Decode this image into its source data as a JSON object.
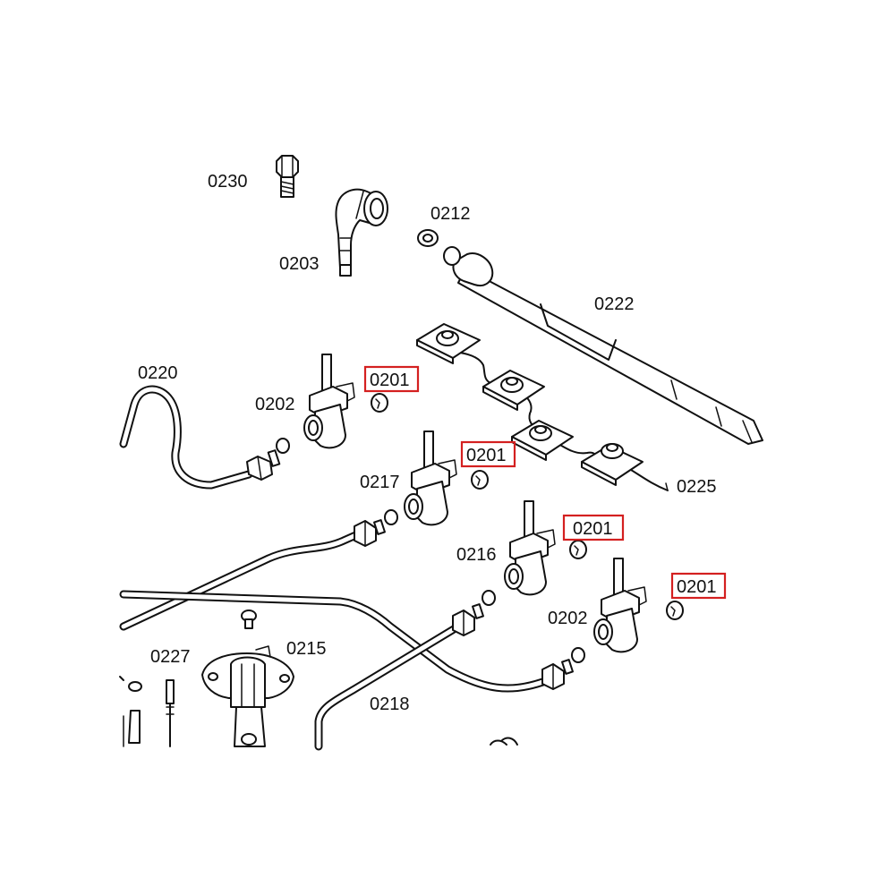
{
  "diagram": {
    "highlight_color": "#d42020",
    "labels": {
      "part_0230": "0230",
      "part_0203": "0203",
      "part_0212": "0212",
      "part_0222": "0222",
      "part_0220": "0220",
      "part_0202_left": "0202",
      "part_0217": "0217",
      "part_0216": "0216",
      "part_0202_right": "0202",
      "part_0225": "0225",
      "part_0227": "0227",
      "part_0215": "0215",
      "part_0218": "0218"
    },
    "highlighted_labels": [
      "0201",
      "0201",
      "0201",
      "0201"
    ]
  }
}
